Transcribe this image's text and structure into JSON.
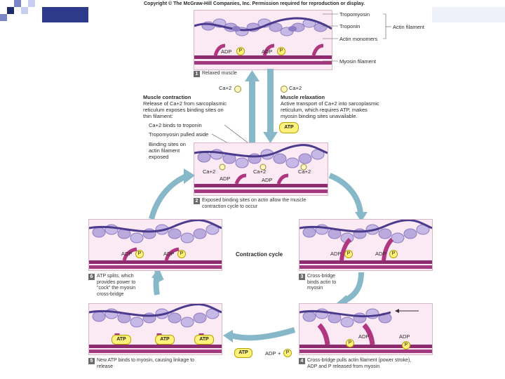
{
  "copyright": "Copyright © The McGraw-Hill Companies, Inc. Permission required for reproduction or display.",
  "labels": {
    "tropomyosin": "Tropomyosin",
    "troponin": "Troponin",
    "actin_monomers": "Actin monomers",
    "actin_filament": "Actin filament",
    "myosin_filament": "Myosin filament",
    "adp": "ADP",
    "atp": "ATP",
    "p": "P",
    "ca2": "Ca+2",
    "ca_binds": "Ca+2 binds to troponin",
    "tropo_pulled": "Tropomyosin pulled aside",
    "binding_sites": "Binding sites on\nactin filament\nexposed",
    "contraction_cycle": "Contraction cycle"
  },
  "contraction_box": {
    "title": "Muscle contraction",
    "text": "Release of Ca+2 from sarcoplasmic\nreticulum exposes binding sites on\nthin filament:"
  },
  "relaxation_box": {
    "title": "Muscle relaxation",
    "text": "Active transport of Ca+2 into sarcoplasmic\nreticulum, which requires ATP, makes\nmyosin binding sites unavailable."
  },
  "steps": [
    {
      "num": "1",
      "caption": "Relaxed muscle"
    },
    {
      "num": "2",
      "caption": "Exposed binding sites on actin allow the muscle\ncontraction cycle to occur"
    },
    {
      "num": "3",
      "caption": "Cross-bridge\nbinds actin to\nmyosin"
    },
    {
      "num": "4",
      "caption": "Cross-bridge pulls actin filament (power stroke),\nADP and P released from myosin"
    },
    {
      "num": "5",
      "caption": "New ATP binds to myosin, causing linkage to\nrelease"
    },
    {
      "num": "6",
      "caption": "ATP splits, which\nprovides power to\n\"cock\" the myosin\ncross-bridge"
    }
  ],
  "colors": {
    "actin": "#b9a9dc",
    "actin_dark": "#8f7cc4",
    "tropomyosin": "#4a3b8c",
    "myosin": "#8e2a6e",
    "myosin_head": "#b0367f",
    "arrow": "#86b8c9",
    "atp_yellow": "#fff27a",
    "background": "#fbe9f3"
  }
}
